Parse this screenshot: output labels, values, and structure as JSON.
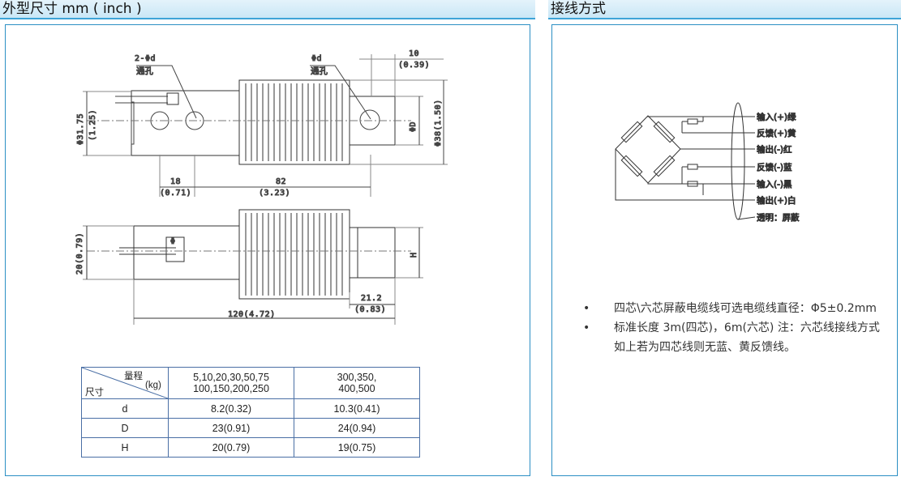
{
  "dimensions": {
    "header": "外型尺寸 mm ( inch )",
    "table": {
      "corner_top": "量程",
      "corner_unit": "(kg)",
      "corner_bottom": "尺寸",
      "col1": "5,10,20,30,50,75\n100,150,200,250",
      "col2": "300,350,\n400,500",
      "rows": [
        {
          "label": "d",
          "v1": "8.2(0.32)",
          "v2": "10.3(0.41)"
        },
        {
          "label": "D",
          "v1": "23(0.91)",
          "v2": "24(0.94)"
        },
        {
          "label": "H",
          "v1": "20(0.79)",
          "v2": "19(0.75)"
        }
      ]
    },
    "drawing": {
      "hole_label_top": "2-Φd",
      "hole_label_bottom": "通孔",
      "hole2_label_top": "Φd",
      "hole2_label_bottom": "通孔",
      "dim_10": "10",
      "dim_10_in": "(0.39)",
      "dim_3175": "Φ31.75",
      "dim_3175_in": "(1.25)",
      "dim_38": "Φ38(1.50)",
      "dim_D": "ΦD",
      "dim_18": "18",
      "dim_18_in": "(0.71)",
      "dim_82": "82",
      "dim_82_in": "(3.23)",
      "dim_20": "20(0.79)",
      "dim_H": "H",
      "dim_212": "21.2",
      "dim_212_in": "(0.83)",
      "dim_120": "120(4.72)",
      "phi_mark": "Φ"
    }
  },
  "wiring": {
    "header": "接线方式",
    "labels": [
      "输入(+)绿",
      "反馈(+)黄",
      "输出(-)红",
      "反馈(-)蓝",
      "输入(-)黑",
      "输出(+)白",
      "透明：屏蔽"
    ],
    "notes": [
      {
        "bullet": "•",
        "text": "四芯\\六芯屏蔽电缆线可选电缆线直径：Φ5±0.2mm"
      },
      {
        "bullet": "•",
        "text": "标准长度 3m(四芯)，6m(六芯) 注：六芯线接线方式如上若为四芯线则无蓝、黄反馈线。"
      }
    ]
  }
}
